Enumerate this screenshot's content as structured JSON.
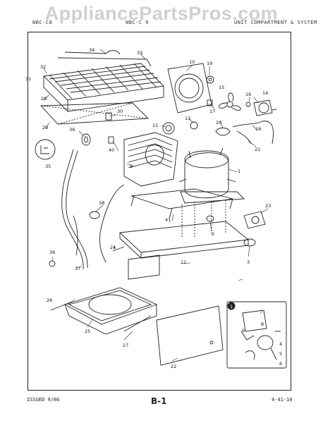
{
  "watermark": "AppliancePartsPros.com",
  "header": {
    "left": "NBC·C8",
    "mid": "NBC·C 9",
    "right": "UNIT COMPARTMENT & SYSTEM"
  },
  "callouts": [
    "1",
    "2",
    "3",
    "4",
    "5",
    "6",
    "7",
    "8",
    "9",
    "10",
    "11",
    "12",
    "13",
    "14",
    "15",
    "16",
    "17",
    "18",
    "19",
    "20",
    "21",
    "22",
    "23",
    "24",
    "25",
    "26",
    "27",
    "28",
    "29",
    "30",
    "31",
    "32",
    "33",
    "34",
    "35",
    "36",
    "37",
    "38",
    "39",
    "40",
    "41"
  ],
  "footer": {
    "issued": "ISSUED 9/86",
    "page": "B-1",
    "code": "4-41-10"
  }
}
